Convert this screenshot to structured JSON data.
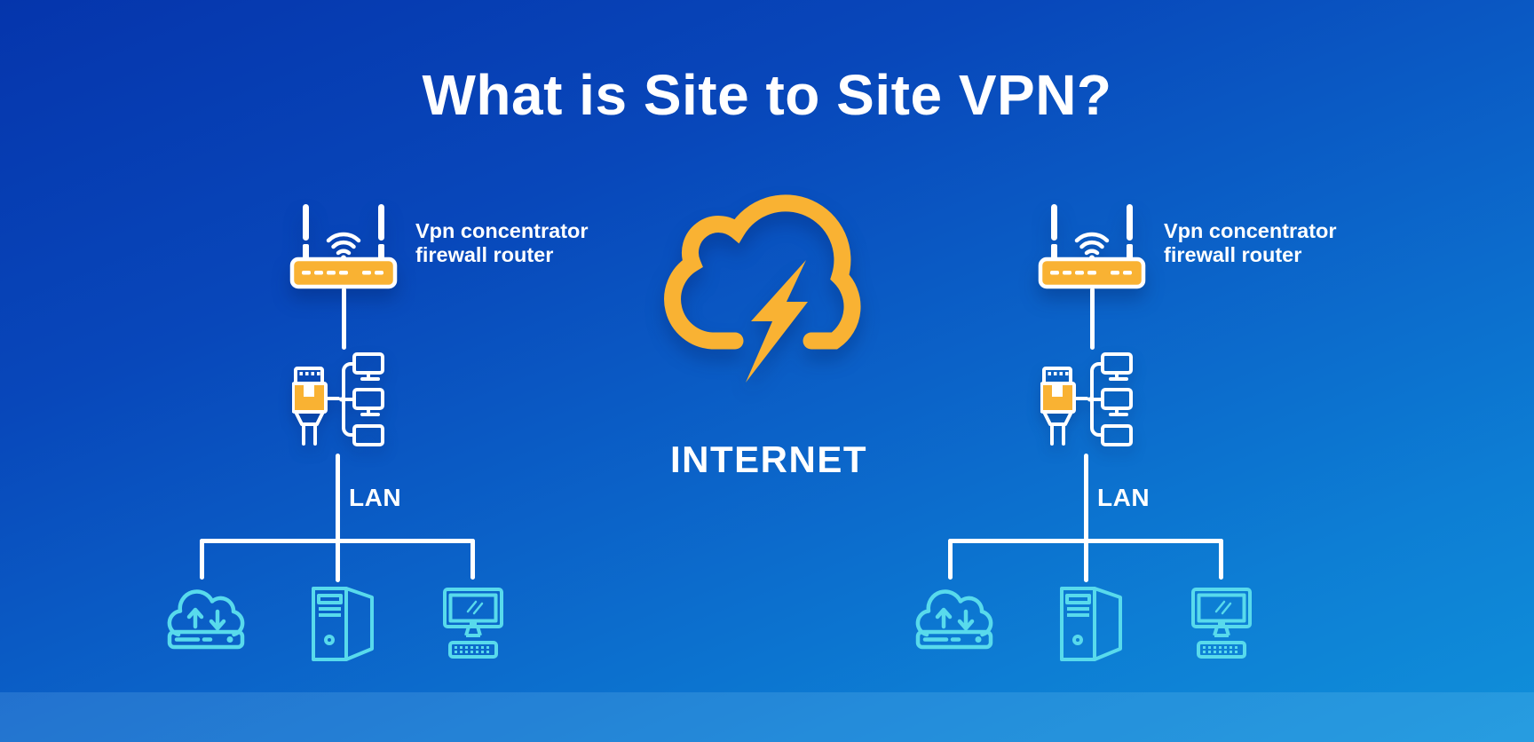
{
  "title": "What is Site to Site VPN?",
  "internet": {
    "label": "INTERNET"
  },
  "sites": [
    {
      "id": "left",
      "router_label_line1": "Vpn concentrator",
      "router_label_line2": "firewall router",
      "lan_label": "LAN"
    },
    {
      "id": "right",
      "router_label_line1": "Vpn concentrator",
      "router_label_line2": "firewall router",
      "lan_label": "LAN"
    }
  ],
  "icons": {
    "router": "wifi-router-icon",
    "internet": "internet-cloud-icon",
    "bolt": "lightning-bolt-icon",
    "lan": "ethernet-lan-switch-icon",
    "cloud_server": "cloud-server-icon",
    "tower": "desktop-tower-icon",
    "workstation": "computer-monitor-icon"
  },
  "colors": {
    "background_top": "#0535ac",
    "background_bottom": "#1090da",
    "accent_yellow": "#F9B233",
    "line_white": "#FFFFFF",
    "device_cyan": "#58DAEC"
  }
}
